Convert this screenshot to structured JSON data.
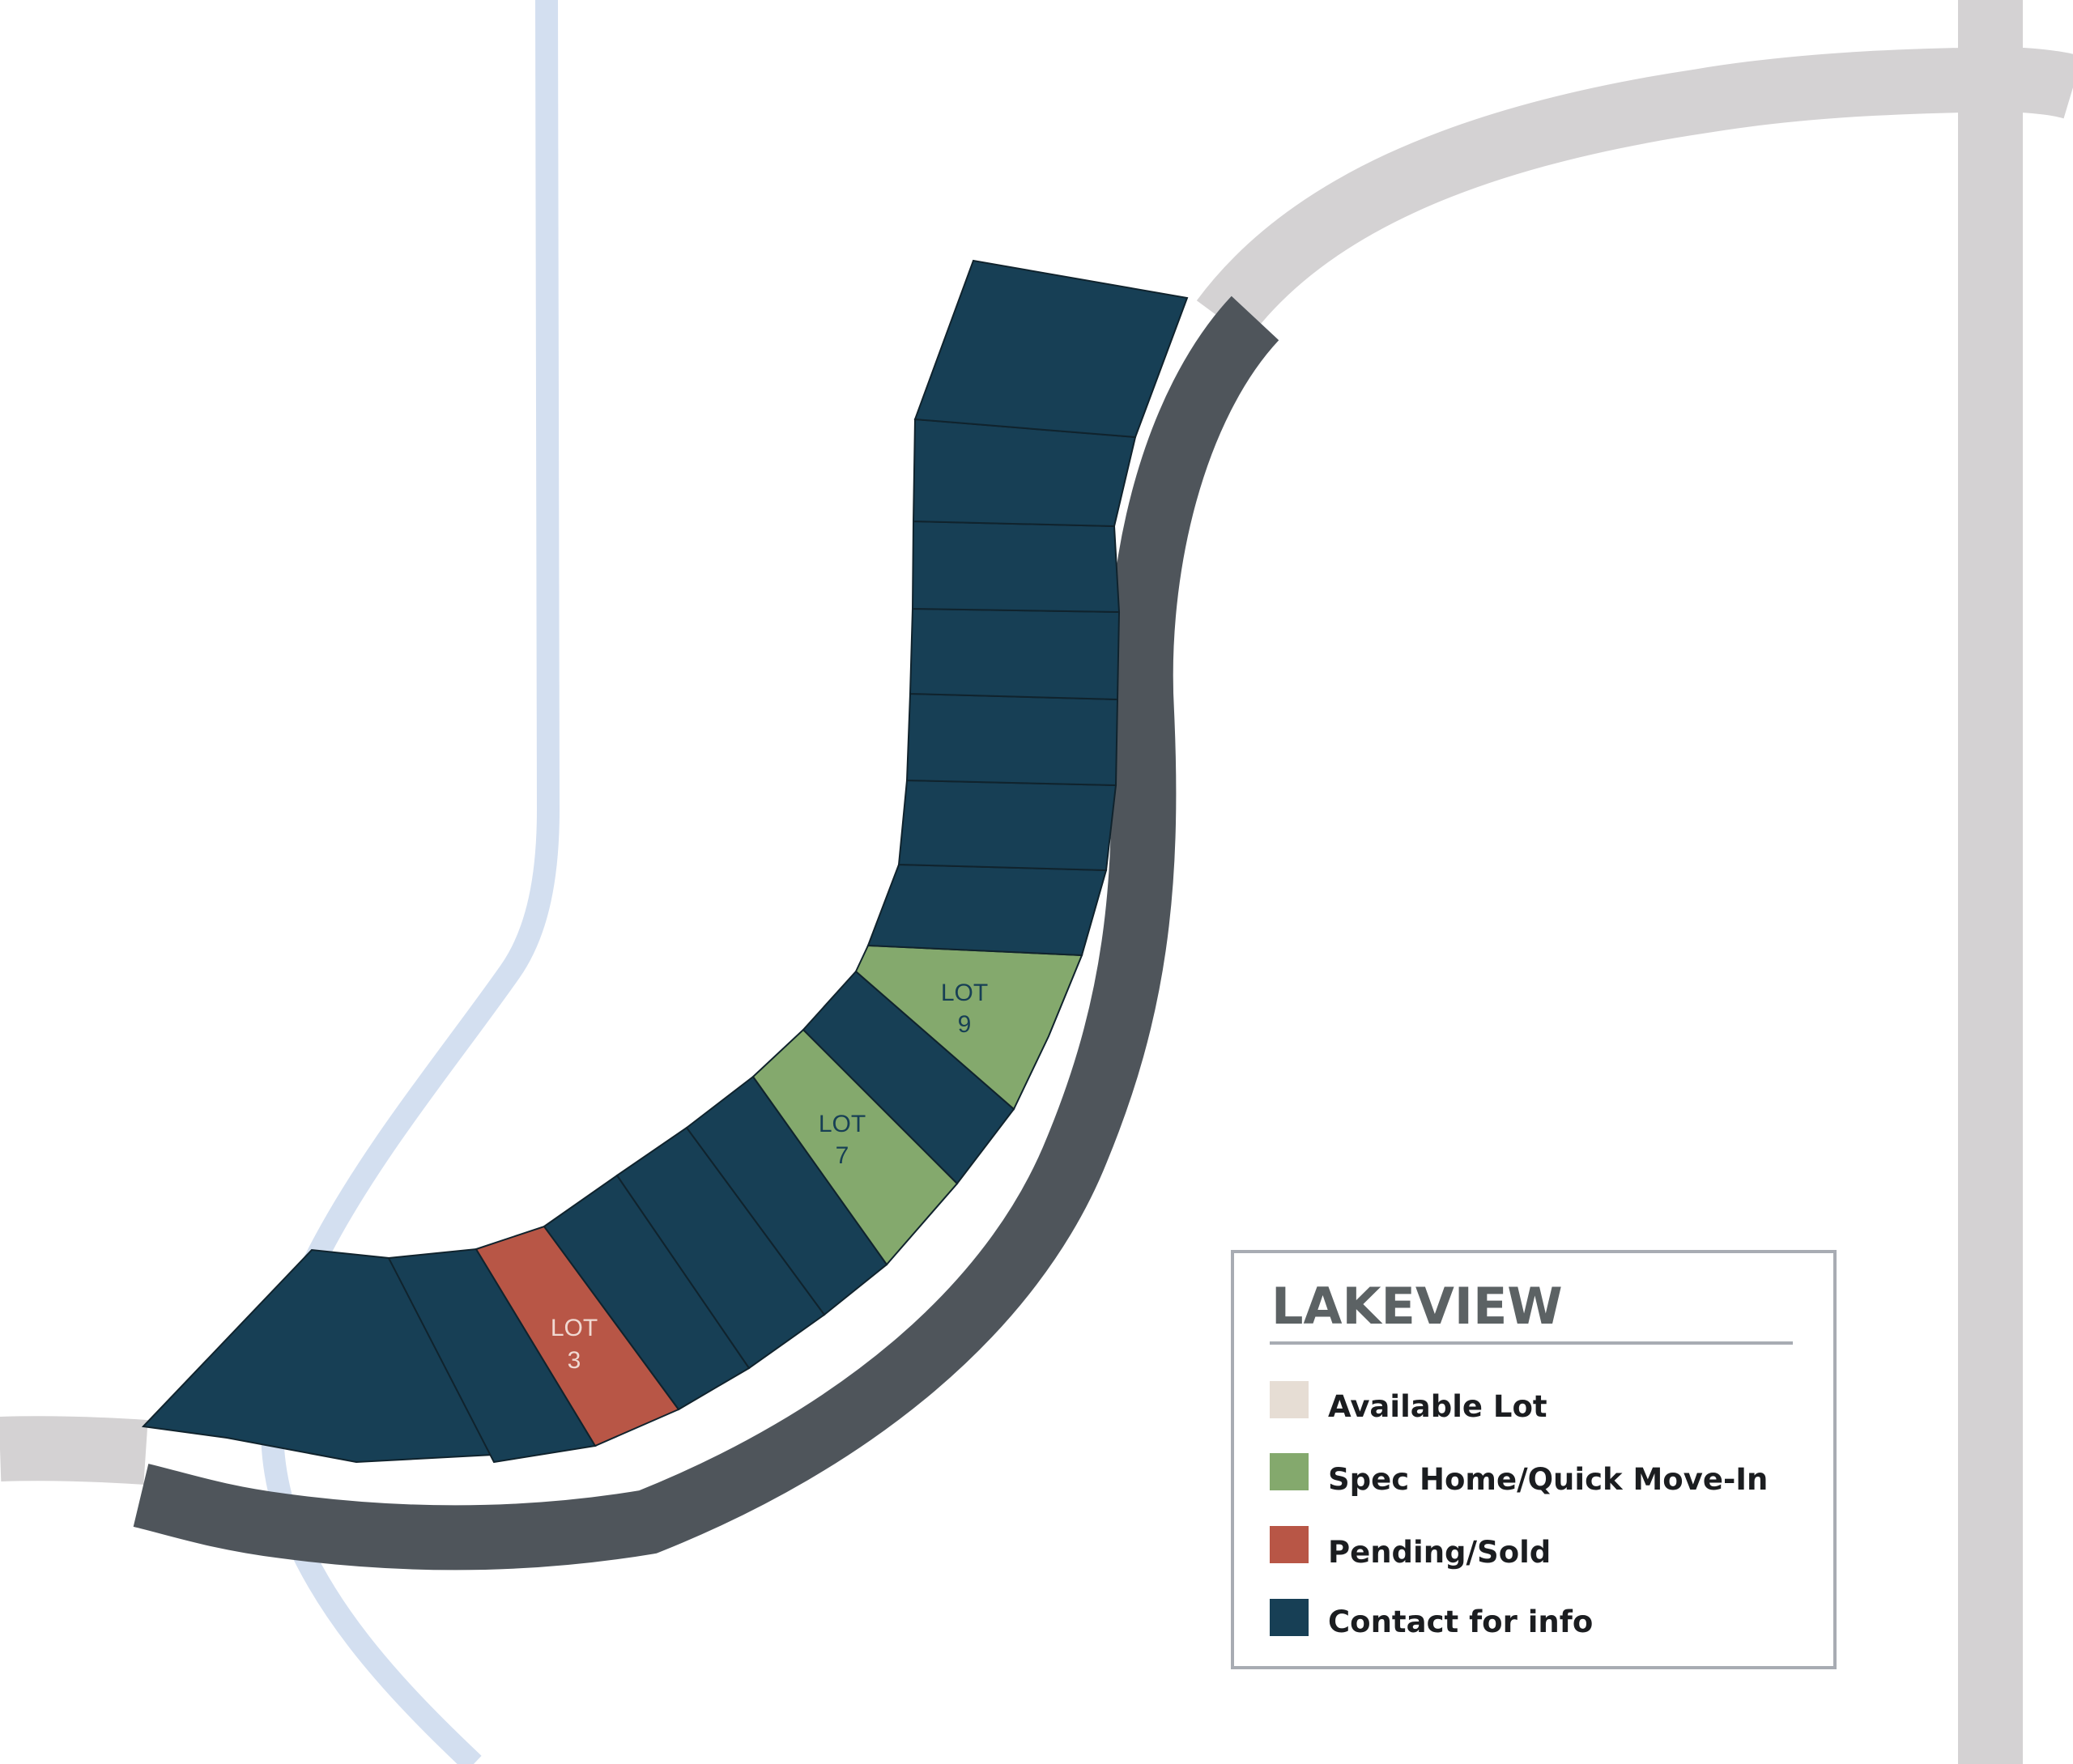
{
  "colors": {
    "available": "#e6ddd4",
    "spec": "#84a96d",
    "sold": "#b85646",
    "contact": "#173f55",
    "road_main": "#d4d2d3",
    "road_local": "#4f555b",
    "water": "#d3dff0",
    "legend_border": "#a8acb3"
  },
  "legend": {
    "title": "LAKEVIEW",
    "items": [
      {
        "label": "Available Lot",
        "status": "available"
      },
      {
        "label": "Spec Home/Quick Move-In",
        "status": "spec"
      },
      {
        "label": "Pending/Sold",
        "status": "sold"
      },
      {
        "label": "Contact for info",
        "status": "contact"
      }
    ]
  },
  "lots": [
    {
      "id": "lot-a",
      "status": "contact"
    },
    {
      "id": "lot-b",
      "status": "contact"
    },
    {
      "id": "lot-3",
      "status": "sold",
      "label_line1": "LOT",
      "label_line2": "3"
    },
    {
      "id": "lot-c",
      "status": "contact"
    },
    {
      "id": "lot-d",
      "status": "contact"
    },
    {
      "id": "lot-e",
      "status": "contact"
    },
    {
      "id": "lot-7",
      "status": "spec",
      "label_line1": "LOT",
      "label_line2": "7"
    },
    {
      "id": "lot-f",
      "status": "contact"
    },
    {
      "id": "lot-9",
      "status": "spec",
      "label_line1": "LOT",
      "label_line2": "9"
    },
    {
      "id": "lot-g",
      "status": "contact"
    },
    {
      "id": "lot-h",
      "status": "contact"
    },
    {
      "id": "lot-i",
      "status": "contact"
    },
    {
      "id": "lot-j",
      "status": "contact"
    },
    {
      "id": "lot-k",
      "status": "contact"
    },
    {
      "id": "lot-l",
      "status": "contact"
    },
    {
      "id": "lot-m",
      "status": "contact"
    }
  ]
}
